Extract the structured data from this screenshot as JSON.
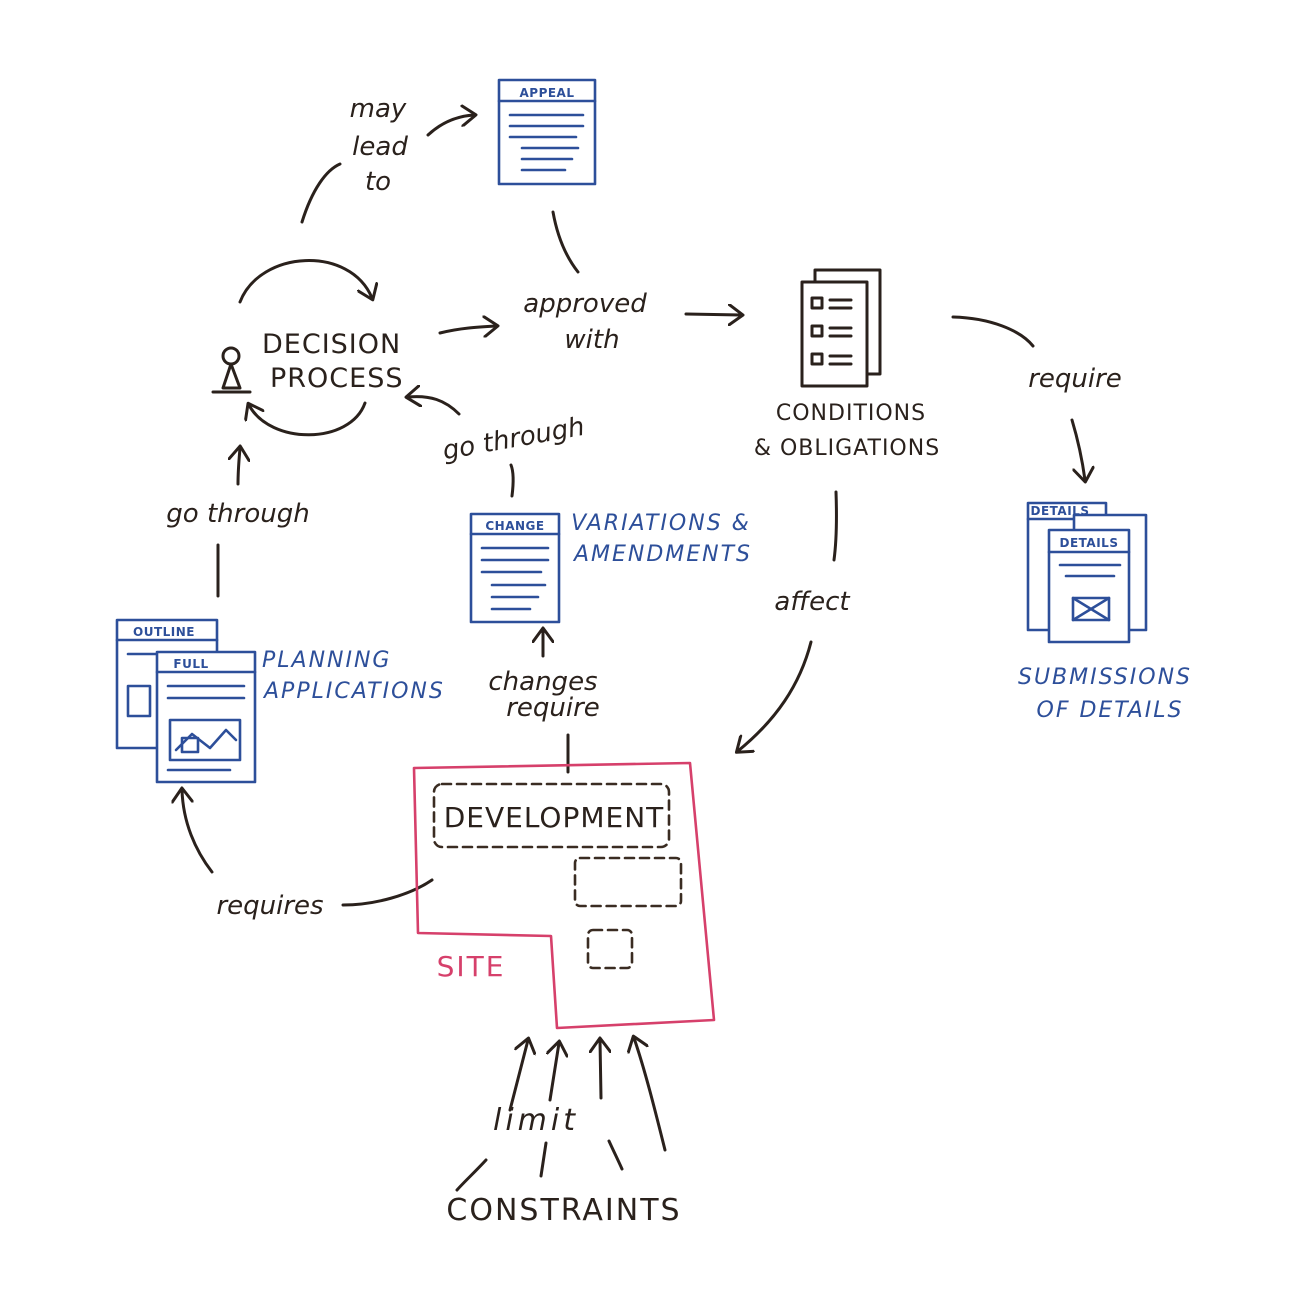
{
  "nodes": {
    "decision_process": [
      "DECISION",
      "PROCESS"
    ],
    "appeal_tag": "APPEAL",
    "conditions": [
      "CONDITIONS",
      "& OBLIGATIONS"
    ],
    "details_tag_back": "DETAILS",
    "details_tag_front": "DETAILS",
    "submissions": [
      "SUBMISSIONS",
      "OF DETAILS"
    ],
    "change_tag": "CHANGE",
    "variations": [
      "VARIATIONS &",
      "AMENDMENTS"
    ],
    "outline_tag": "OUTLINE",
    "full_tag": "FULL",
    "planning": [
      "PLANNING",
      "APPLICATIONS"
    ],
    "development": "DEVELOPMENT",
    "site": "SITE",
    "constraints": "CONSTRAINTS"
  },
  "edges": {
    "may_lead_to": [
      "may",
      "lead",
      "to"
    ],
    "approved_with": [
      "approved",
      "with"
    ],
    "require": "require",
    "affect": "affect",
    "go_through_left": "go through",
    "go_through_mid": "go through",
    "changes_require": [
      "changes",
      "require"
    ],
    "requires": "requires",
    "limit": "limit"
  },
  "colors": {
    "ink": "#2a211c",
    "blue": "#2d4f9a",
    "site": "#d6406b"
  }
}
